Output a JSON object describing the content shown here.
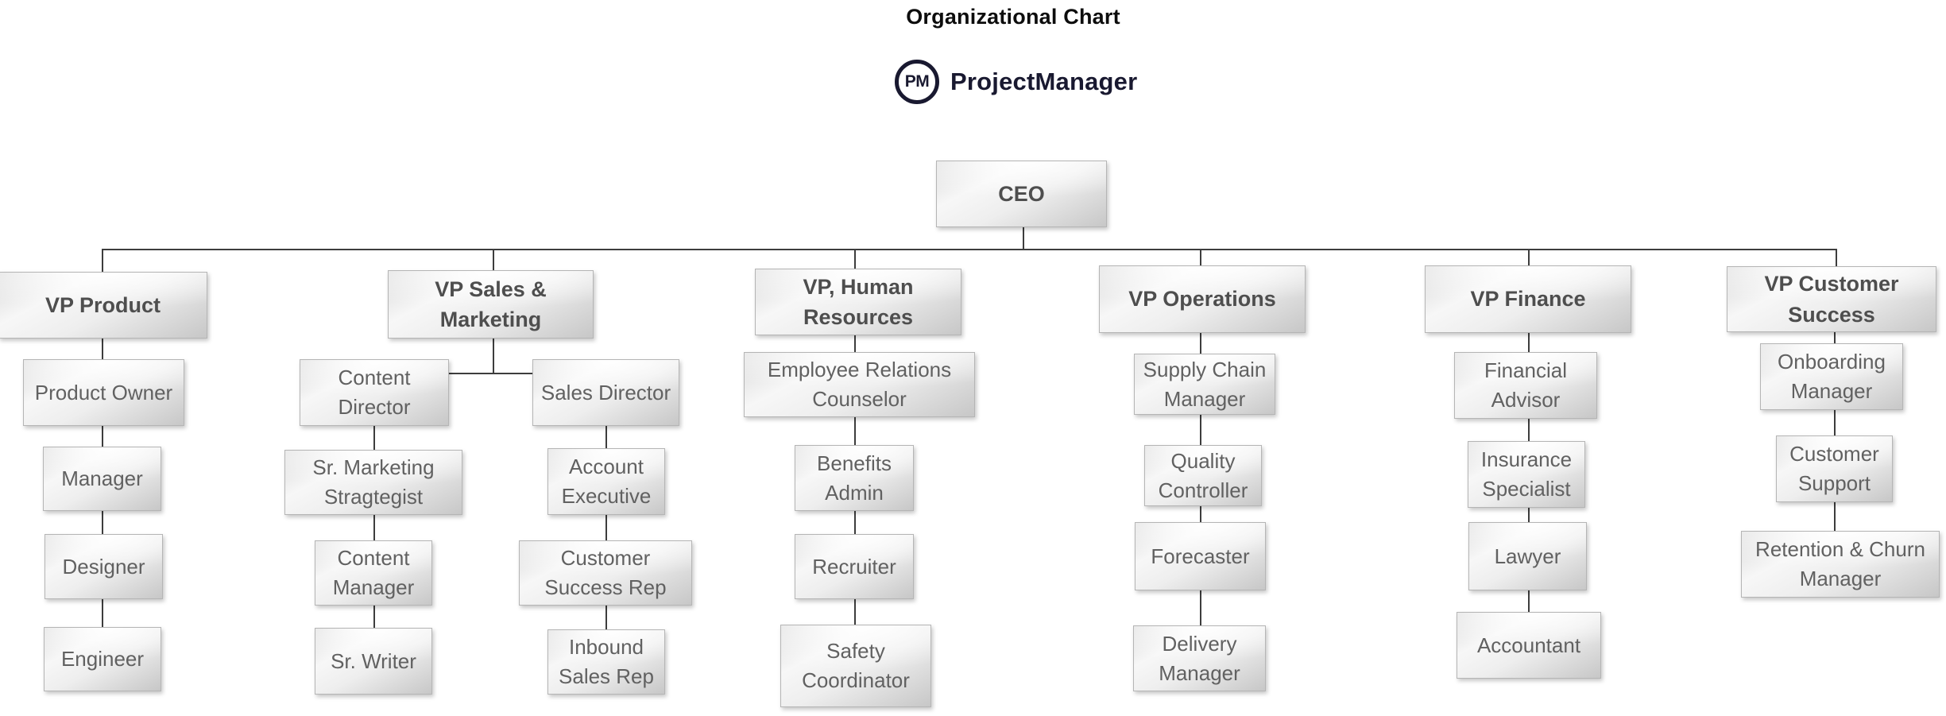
{
  "header": {
    "title": "Organizational Chart",
    "logo_monogram": "PM",
    "logo_text": "ProjectManager"
  },
  "colors": {
    "brand_navy": "#191930",
    "connector_line": "#3d3d3d",
    "node_text": "#616161",
    "node_text_bold": "#4e4e4e",
    "node_border": "#b5b5b5"
  },
  "org": {
    "root_label": "CEO",
    "columns": [
      {
        "vp_label": "VP Product",
        "children": [
          "Product Owner",
          "Manager",
          "Designer",
          "Engineer"
        ]
      },
      {
        "vp_label": "VP Sales & Marketing",
        "left_branch": [
          "Content Director",
          "Sr. Marketing Stragtegist",
          "Content Manager",
          "Sr. Writer"
        ],
        "right_branch": [
          "Sales Director",
          "Account Executive",
          "Customer Success Rep",
          "Inbound Sales Rep"
        ]
      },
      {
        "vp_label": "VP, Human Resources",
        "children": [
          "Employee Relations Counselor",
          "Benefits Admin",
          "Recruiter",
          "Safety Coordinator"
        ]
      },
      {
        "vp_label": "VP Operations",
        "children": [
          "Supply Chain Manager",
          "Quality Controller",
          "Forecaster",
          "Delivery Manager"
        ]
      },
      {
        "vp_label": "VP Finance",
        "children": [
          "Financial Advisor",
          "Insurance Specialist",
          "Lawyer",
          "Accountant"
        ]
      },
      {
        "vp_label": "VP Customer Success",
        "children": [
          "Onboarding Manager",
          "Customer Support",
          "Retention & Churn Manager"
        ]
      }
    ]
  }
}
